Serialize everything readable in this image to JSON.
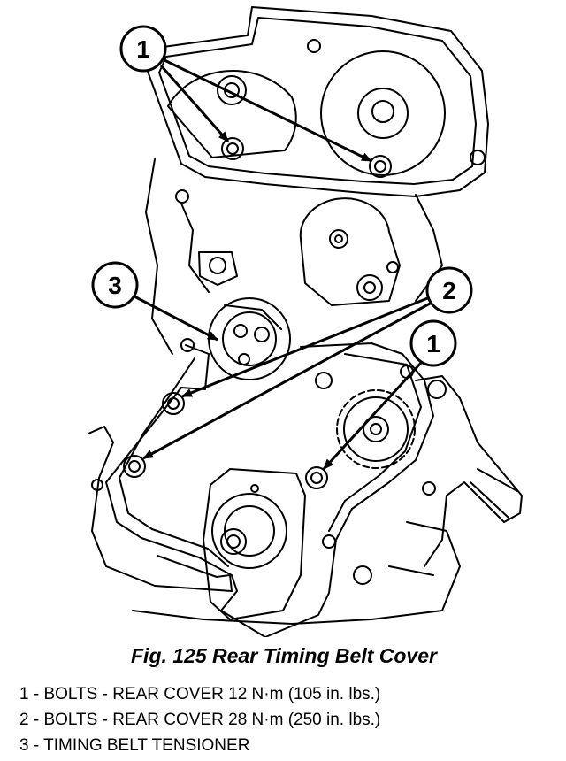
{
  "figure": {
    "caption": "Fig. 125 Rear Timing Belt Cover"
  },
  "callouts": [
    {
      "id": "c1a",
      "label": "1"
    },
    {
      "id": "c3",
      "label": "3"
    },
    {
      "id": "c2",
      "label": "2"
    },
    {
      "id": "c1b",
      "label": "1"
    }
  ],
  "legend": [
    {
      "text": "1 - BOLTS - REAR COVER 12 N·m (105 in. lbs.)"
    },
    {
      "text": "2 - BOLTS - REAR COVER 28 N·m (250 in. lbs.)"
    },
    {
      "text": "3 - TIMING BELT TENSIONER"
    }
  ],
  "colors": {
    "ink": "#000000",
    "paper": "#ffffff"
  }
}
